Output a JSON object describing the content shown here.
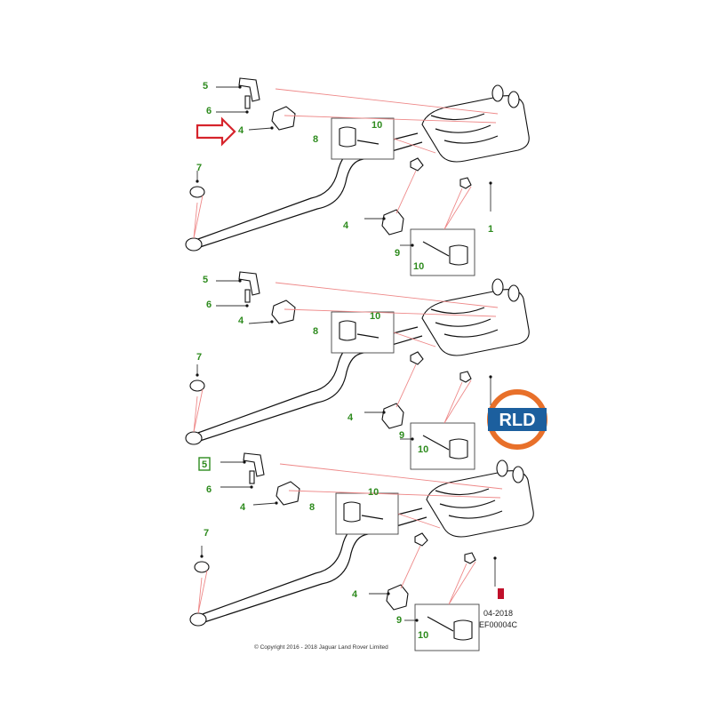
{
  "labels": {
    "p1": "1",
    "p4": "4",
    "p5": "5",
    "p6": "6",
    "p7": "7",
    "p8": "8",
    "p9": "9",
    "p10": "10"
  },
  "date_code": "04-2018",
  "ref_code": "EF00004C",
  "copyright": "© Copyright 2016 - 2018 Jaguar Land Rover Limited",
  "logo": {
    "text": "RLD",
    "colors": {
      "ring": "#e8702a",
      "band": "#1c5f9e",
      "text_fill": "#ffffff"
    }
  },
  "colors": {
    "callout": "#2e8b1e",
    "highlight_arrow": "#d6242c",
    "leader_red": "#e88888"
  }
}
